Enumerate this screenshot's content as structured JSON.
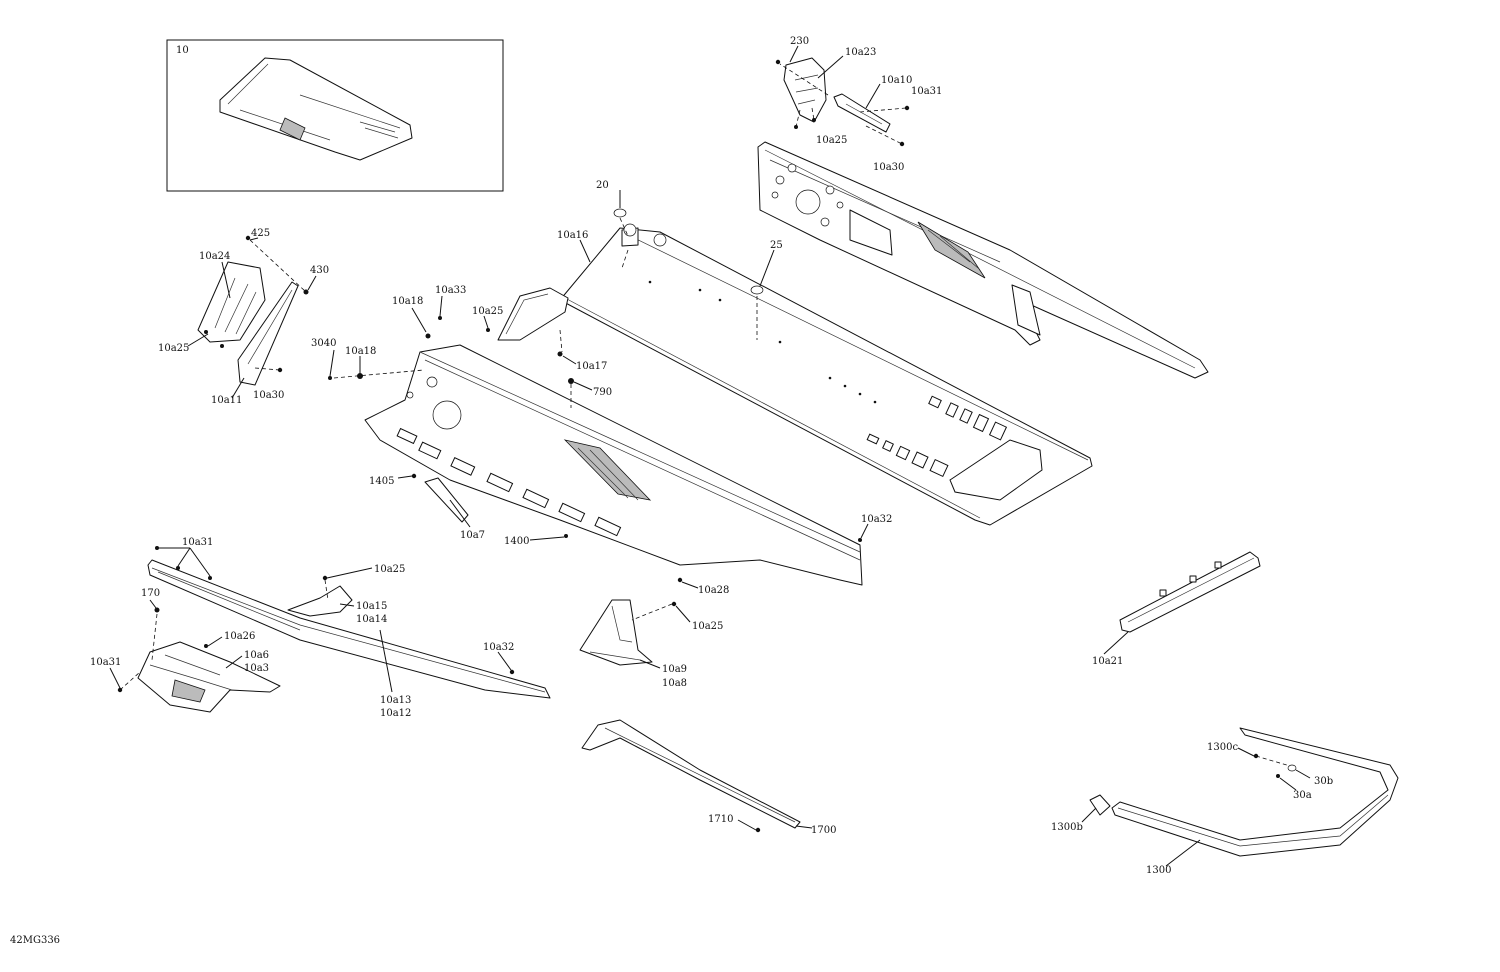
{
  "diagram": {
    "code": "42MG336",
    "labels": [
      "10",
      "230",
      "10a23",
      "10a10",
      "10a31",
      "10a25",
      "10a30",
      "20",
      "10a16",
      "25",
      "425",
      "10a24",
      "430",
      "10a25",
      "10a11",
      "10a30",
      "10a33",
      "10a18",
      "10a25",
      "3040",
      "10a18",
      "10a17",
      "790",
      "1405",
      "10a7",
      "1400",
      "10a32",
      "10a28",
      "10a31",
      "10a25",
      "10a15",
      "10a14",
      "170",
      "10a26",
      "10a6",
      "10a3",
      "10a31",
      "10a32",
      "10a13",
      "10a12",
      "10a25",
      "10a9",
      "10a8",
      "10a21",
      "1710",
      "1700",
      "1300c",
      "30b",
      "30a",
      "1300b",
      "1300"
    ]
  }
}
